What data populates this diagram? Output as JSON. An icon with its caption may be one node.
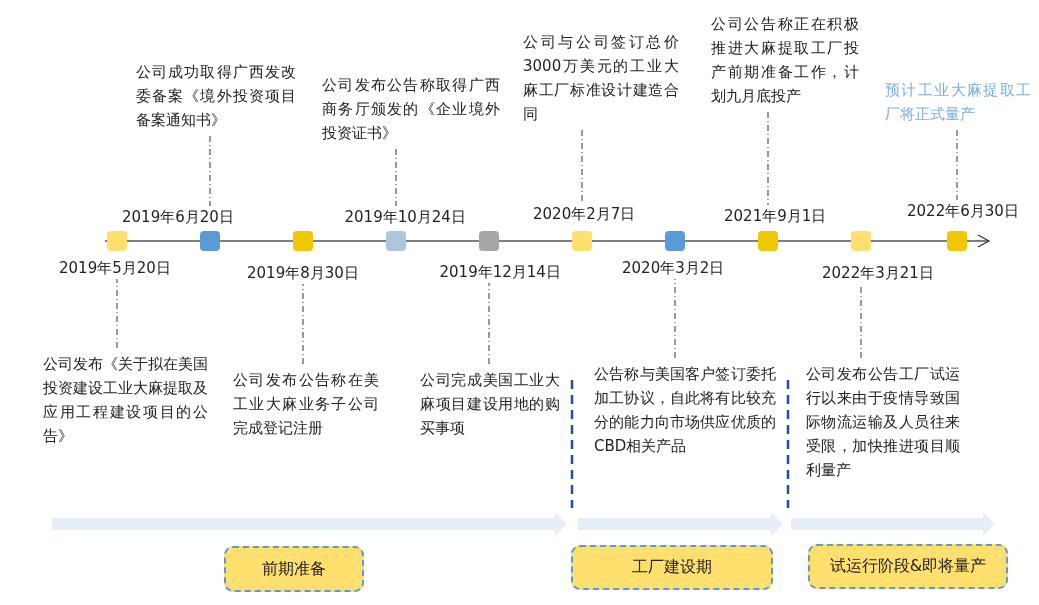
{
  "diagram": {
    "nodes": [
      {
        "text": [],
        "shape": "box",
        "beside": [
          "2019年5月20日"
        ]
      },
      {
        "text": [],
        "shape": "box",
        "beside": [
          "2019年6月20日"
        ]
      },
      {
        "text": [],
        "shape": "box",
        "beside": [
          "2019年8月30日"
        ]
      },
      {
        "text": [],
        "shape": "box",
        "beside": [
          "2019年10月24日"
        ]
      },
      {
        "text": [],
        "shape": "box",
        "beside": [
          "2019年12月14日"
        ]
      },
      {
        "text": [],
        "shape": "box",
        "beside": [
          "2020年2月7日"
        ]
      },
      {
        "text": [],
        "shape": "box",
        "beside": [
          "2020年3月2日"
        ]
      },
      {
        "text": [],
        "shape": "box",
        "beside": [
          "2021年9月1日"
        ]
      },
      {
        "text": [],
        "shape": "box",
        "beside": [
          "2022年3月21日"
        ]
      },
      {
        "text": [],
        "shape": "box",
        "beside": [
          "2022年6月30日"
        ]
      },
      {
        "text": [
          "公司发布《关于拟在美国投资建设工业大麻提取及应用工程建设项目的公告》"
        ]
      },
      {
        "text": [
          "公司成功取得广西发改委备案《境外投资项目备案通知书》"
        ]
      },
      {
        "text": [
          "公司发布公告称在美工业大麻业务子公司完成登记注册"
        ]
      },
      {
        "text": [
          "公司发布公告称取得广西商务厅颁发的《企业境外投资证书》"
        ]
      },
      {
        "text": [
          "公司完成美国工业大麻项目建设用地的购买事项"
        ]
      },
      {
        "text": [
          "公司与公司签订总价3000万美元的工业大麻工厂标准设计建造合同"
        ]
      },
      {
        "text": [
          "公告称与美国客户签订委托加工协议，自此将有比较充分的能力向市场供应优质的CBD相关产品"
        ]
      },
      {
        "text": [
          "公司公告称正在积极推进大麻提取工厂投产前期准备工作，计划九月底投产"
        ]
      },
      {
        "text": [
          "公司发布公告工厂试运行以来由于疫情导致国际物流运输及人员往来受限，加快推进项目顺利量产"
        ]
      },
      {
        "text": [
          "预计工业大麻提取工厂将正式量产"
        ]
      },
      {
        "text": [
          "前期准备"
        ]
      },
      {
        "text": [
          "工厂建设期"
        ]
      },
      {
        "text": [
          "试运行阶段&即将量产"
        ]
      }
    ],
    "edges": [
      {
        "from": 10,
        "to": 0,
        "arrow": "none",
        "style": "dashed"
      },
      {
        "from": 11,
        "to": 1,
        "arrow": "none",
        "style": "dashed"
      },
      {
        "from": 12,
        "to": 2,
        "arrow": "none",
        "style": "dashed"
      },
      {
        "from": 13,
        "to": 3,
        "arrow": "none",
        "style": "dashed"
      },
      {
        "from": 14,
        "to": 4,
        "arrow": "none",
        "style": "dashed"
      },
      {
        "from": 15,
        "to": 5,
        "arrow": "none",
        "style": "dashed"
      },
      {
        "from": 16,
        "to": 6,
        "arrow": "none",
        "style": "dashed"
      },
      {
        "from": 17,
        "to": 7,
        "arrow": "none",
        "style": "dashed"
      },
      {
        "from": 18,
        "to": 8,
        "arrow": "none",
        "style": "dashed"
      },
      {
        "from": 19,
        "to": 9,
        "arrow": "none",
        "style": "dashed"
      }
    ]
  }
}
